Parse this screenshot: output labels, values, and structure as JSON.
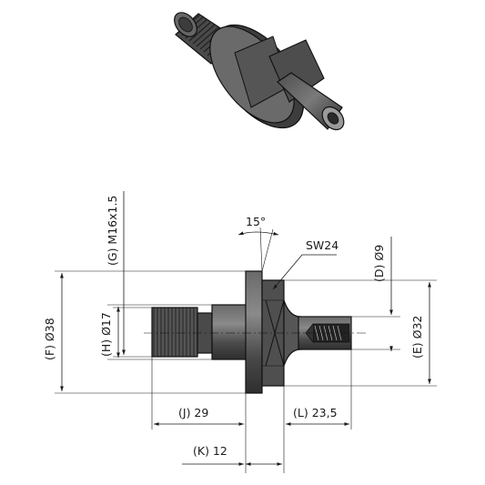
{
  "labels": {
    "angle": "15°",
    "sw": "SW24",
    "d": "(D) Ø9",
    "e": "(E) Ø32",
    "f": "(F) Ø38",
    "g": "(G) M16x1.5",
    "h": "(H) Ø17",
    "j": "(J) 29",
    "k": "(K) 12",
    "l": "(L) 23,5"
  },
  "colors": {
    "metal_dark": "#3a3a3a",
    "metal_mid": "#5c5c5c",
    "metal_light": "#8e8e8e",
    "line": "#1a1a1a"
  }
}
